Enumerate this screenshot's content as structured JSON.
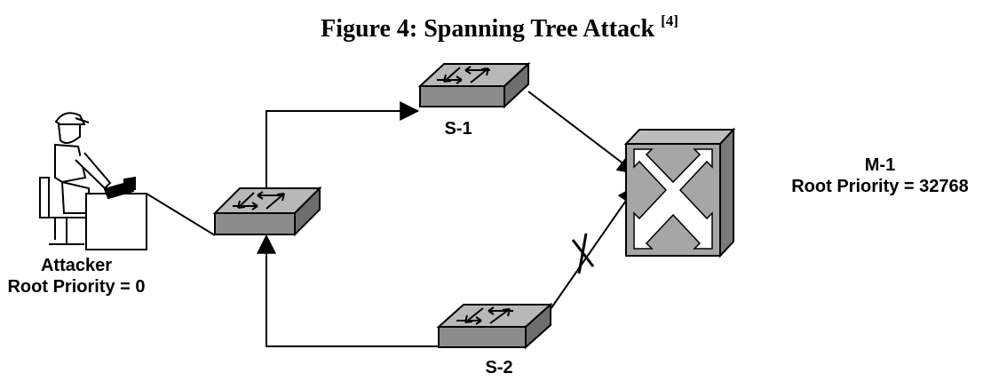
{
  "diagram": {
    "title": "Figure 4: Spanning Tree Attack",
    "title_ref": "[4]",
    "nodes": {
      "attacker": {
        "name": "Attacker",
        "detail": "Root Priority = 0",
        "icon": "attacker-workstation-icon"
      },
      "s1": {
        "name": "S-1",
        "icon": "network-switch-icon"
      },
      "s2": {
        "name": "S-2",
        "icon": "network-switch-icon"
      },
      "m1": {
        "name": "M-1",
        "detail": "Root Priority = 32768",
        "icon": "multilayer-switch-icon"
      },
      "attacker_switch": {
        "name": "",
        "icon": "network-switch-icon"
      }
    },
    "links": [
      {
        "from": "attacker",
        "to": "attacker_switch",
        "arrow": false
      },
      {
        "from": "attacker_switch",
        "to": "s1",
        "arrow": true
      },
      {
        "from": "s1",
        "to": "m1",
        "arrow": true
      },
      {
        "from": "s2",
        "to": "m1",
        "arrow": true,
        "blocked": true
      },
      {
        "from": "s2",
        "to": "attacker_switch",
        "arrow": true
      }
    ],
    "colors": {
      "switch_top": "#b8b8b8",
      "switch_side": "#8c8c8c",
      "m1_face": "#a6a6a6",
      "m1_side": "#7a7a7a",
      "line": "#000000"
    }
  }
}
